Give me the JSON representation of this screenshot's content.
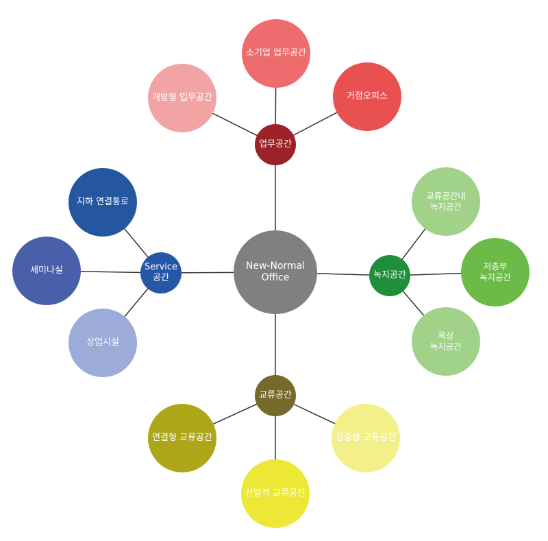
{
  "center": {
    "label": "New-Normal\nOffice",
    "color": "#808080"
  },
  "work": {
    "hub": {
      "label": "업무공간",
      "color": "#9B2226"
    },
    "leaves": [
      {
        "label": "개방형 업무공간",
        "color": "#F2A3A4"
      },
      {
        "label": "소기업 업무공간",
        "color": "#EE6C6E"
      },
      {
        "label": "거점오피스",
        "color": "#E85052"
      }
    ]
  },
  "green": {
    "hub": {
      "label": "녹지공간",
      "color": "#1F8F3A"
    },
    "leaves": [
      {
        "label": "교류공간내\n녹지공간",
        "color": "#A1D28A"
      },
      {
        "label": "저층부\n녹지공간",
        "color": "#6CBA48"
      },
      {
        "label": "옥상\n녹지공간",
        "color": "#A1D28A"
      }
    ]
  },
  "exchange": {
    "hub": {
      "label": "교류공간",
      "color": "#736A2B"
    },
    "leaves": [
      {
        "label": "연결형 교류공간",
        "color": "#ACA618"
      },
      {
        "label": "산발적 교류공간",
        "color": "#EDE835"
      },
      {
        "label": "집중형 교류공간",
        "color": "#F3F08A"
      }
    ]
  },
  "service": {
    "hub": {
      "label": "Service\n공간",
      "color": "#2656A6"
    },
    "leaves": [
      {
        "label": "지하 연결통로",
        "color": "#2556A0"
      },
      {
        "label": "세미나실",
        "color": "#4A5FAA"
      },
      {
        "label": "상업시설",
        "color": "#9CABD8"
      }
    ]
  },
  "line_color": "#333333"
}
